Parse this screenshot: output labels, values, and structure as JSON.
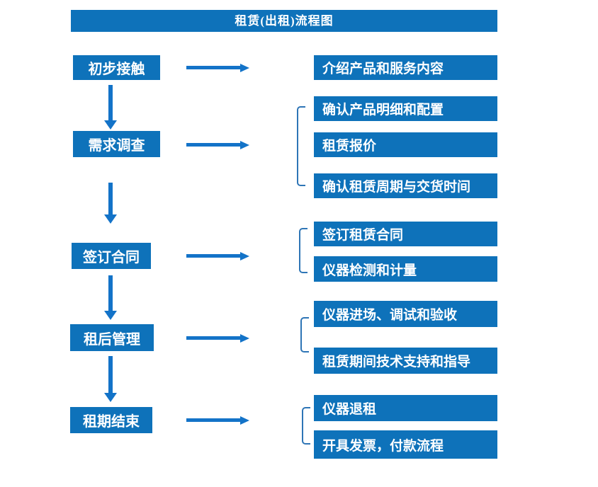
{
  "title": "租赁(出租)流程图",
  "colors": {
    "box_blue": "#0E72BA",
    "arrow_blue": "#1373C8",
    "bracket_blue": "#2E75B6",
    "text_white": "#FFFFFF"
  },
  "steps": [
    {
      "label": "初步接触",
      "details": [
        "介绍产品和服务内容"
      ]
    },
    {
      "label": "需求调查",
      "details": [
        "确认产品明细和配置",
        "租赁报价",
        "确认租赁周期与交货时间"
      ]
    },
    {
      "label": "签订合同",
      "details": [
        "签订租赁合同",
        "仪器检测和计量"
      ]
    },
    {
      "label": "租后管理",
      "details": [
        "仪器进场、调试和验收",
        "租赁期间技术支持和指导"
      ]
    },
    {
      "label": "租期结束",
      "details": [
        "仪器退租",
        "开具发票，付款流程"
      ]
    }
  ]
}
